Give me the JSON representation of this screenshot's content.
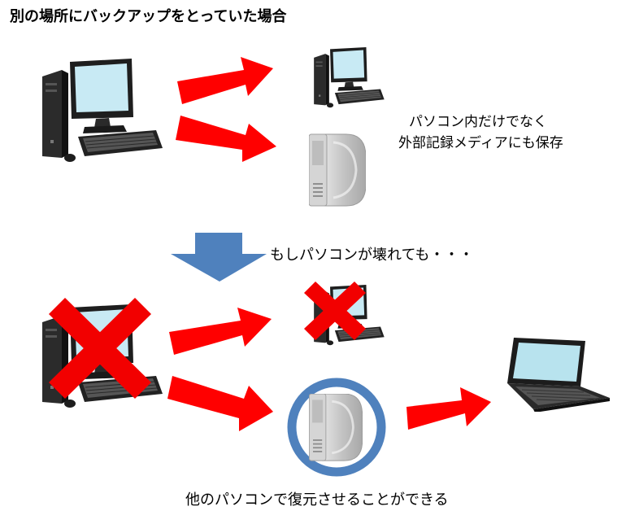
{
  "title": "別の場所にバックアップをとっていた場合",
  "note_line1": "パソコン内だけでなく",
  "note_line2": "外部記録メディアにも保存",
  "if_broken": "もしパソコンが壊れても・・・",
  "restore": "他のパソコンで復元させることができる",
  "colors": {
    "arrow_red": "#ff0000",
    "cross_red": "#f20000",
    "down_arrow_blue": "#4f81bd",
    "circle_blue": "#4f81bd",
    "monitor_screen": "#c8eaf4",
    "laptop_screen": "#b8e3ee"
  },
  "icons": [
    "desktop-computer-icon",
    "external-drive-icon",
    "laptop-icon",
    "red-arrow-icon",
    "blue-down-arrow-icon",
    "red-cross-icon",
    "blue-circle-icon"
  ]
}
